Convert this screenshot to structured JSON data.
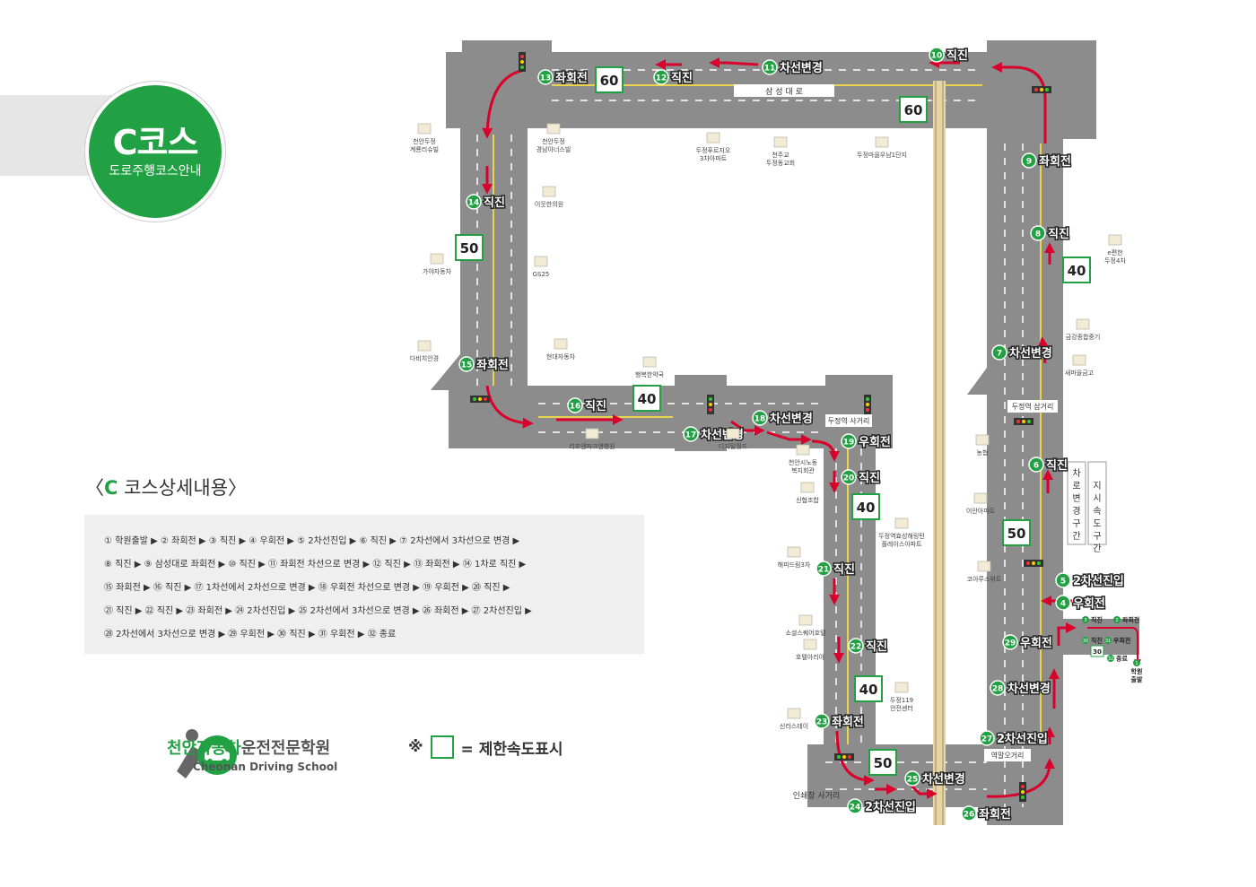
{
  "badge": {
    "title": "C코스",
    "subtitle": "도로주행코스안내"
  },
  "section_title": {
    "open": "〈",
    "c": "C",
    "rest": " 코스상세내용〉"
  },
  "course_lines": [
    "① 학원출발 ▶ ② 좌회전 ▶ ③ 직진 ▶ ④ 우회전 ▶ ⑤ 2차선진입 ▶ ⑥ 직진 ▶ ⑦ 2차선에서 3차선으로 변경 ▶",
    "⑧ 직진 ▶ ⑨ 삼성대로 좌회전 ▶ ⑩ 직진 ▶ ⑪ 좌회전 차선으로 변경 ▶ ⑫ 직진 ▶ ⑬ 좌회전 ▶ ⑭ 1차로 직진 ▶",
    "⑮ 좌회전 ▶ ⑯ 직진 ▶ ⑰ 1차선에서 2차선으로 변경 ▶ ⑱ 우회전 차선으로 변경 ▶ ⑲ 우회전 ▶ ⑳ 직진 ▶",
    "㉑ 직진 ▶ ㉒ 직진 ▶ ㉓ 좌회전 ▶ ㉔ 2차선진입 ▶ ㉕ 2차선에서 3차선으로 변경 ▶ ㉖ 좌회전 ▶ ㉗ 2차선진입 ▶",
    "㉘ 2차선에서 3차선으로 변경 ▶ ㉙ 우회전 ▶ ㉚ 직진 ▶ ㉛ 우회전 ▶ ㉜ 종료"
  ],
  "school": {
    "name_green": "천안자동차",
    "name_gray": "운전전문학원",
    "name_en": "Cheonan Driving School"
  },
  "note": {
    "mark": "※",
    "text": "= 제한속도표시"
  },
  "road_labels": {
    "samsung": "삼 성 대 로",
    "dujeong": "두정역 삼거리",
    "dujeong_sa": "두정역 사거리",
    "inswae": "인쇄창 사거리",
    "yeokmal": "역말오거리",
    "lane_change": "차로변경구간",
    "speed_zone": "지시속도구간"
  },
  "steps": [
    {
      "n": "1",
      "text": "학원출발"
    },
    {
      "n": "2",
      "text": "좌회전"
    },
    {
      "n": "3",
      "text": "직진"
    },
    {
      "n": "4",
      "text": "우회전"
    },
    {
      "n": "5",
      "text": "2차선진입"
    },
    {
      "n": "6",
      "text": "직진"
    },
    {
      "n": "7",
      "text": "차선변경"
    },
    {
      "n": "8",
      "text": "직진"
    },
    {
      "n": "9",
      "text": "좌회전"
    },
    {
      "n": "10",
      "text": "직진"
    },
    {
      "n": "11",
      "text": "차선변경"
    },
    {
      "n": "12",
      "text": "직진"
    },
    {
      "n": "13",
      "text": "좌회전"
    },
    {
      "n": "14",
      "text": "직진"
    },
    {
      "n": "15",
      "text": "좌회전"
    },
    {
      "n": "16",
      "text": "직진"
    },
    {
      "n": "17",
      "text": "차선변경"
    },
    {
      "n": "18",
      "text": "차선변경"
    },
    {
      "n": "19",
      "text": "우회전"
    },
    {
      "n": "20",
      "text": "직진"
    },
    {
      "n": "21",
      "text": "직진"
    },
    {
      "n": "22",
      "text": "직진"
    },
    {
      "n": "23",
      "text": "좌회전"
    },
    {
      "n": "24",
      "text": "2차선진입"
    },
    {
      "n": "25",
      "text": "차선변경"
    },
    {
      "n": "26",
      "text": "좌회전"
    },
    {
      "n": "27",
      "text": "2차선진입"
    },
    {
      "n": "28",
      "text": "차선변경"
    },
    {
      "n": "29",
      "text": "우회전"
    },
    {
      "n": "30",
      "text": "직진"
    },
    {
      "n": "31",
      "text": "우회전"
    },
    {
      "n": "32",
      "text": "종료"
    }
  ],
  "inset": {
    "s1": "학원",
    "s1b": "출발",
    "s2": "좌회전",
    "s3": "직진",
    "s30": "직진",
    "s31": "우회전",
    "s32": "종료",
    "speed": "30"
  },
  "speed_signs": [
    "60",
    "60",
    "50",
    "40",
    "40",
    "40",
    "50",
    "50",
    "40"
  ],
  "landmarks": {
    "l1": "천안두정 계룡리슈빌",
    "l2": "천안두정 경남아너스빌",
    "l3": "이웃한의원",
    "l4": "가야자동차",
    "l5": "GS25",
    "l6": "다비치안경",
    "l7": "현대자동차",
    "l8": "행복한약국",
    "l9": "리조엔파크앤병원",
    "l10": "두정푸르지오 3차아파트",
    "l11": "천주교 두정동교회",
    "l12": "두정마을우남1단지",
    "l13": "디지털월드",
    "l14": "천안시노동 복지회관",
    "l15": "신협조합",
    "l16": "두정역효성해링턴 플레이스아파트",
    "l17": "해피드림3차",
    "l18": "소셜스퀘어호텔",
    "l19": "호텔아리아",
    "l20": "두정119 안전센터",
    "l21": "신라스테이",
    "l22": "농협",
    "l23": "이안아파트",
    "l24": "코아루스위트",
    "l25": "e편한 두정4차",
    "l26": "금강종합중기",
    "l27": "새마을금고"
  },
  "colors": {
    "green": "#22a044",
    "road": "#8c8c8c",
    "arrow": "#d9002b",
    "gray_band": "#e6e6e6"
  }
}
